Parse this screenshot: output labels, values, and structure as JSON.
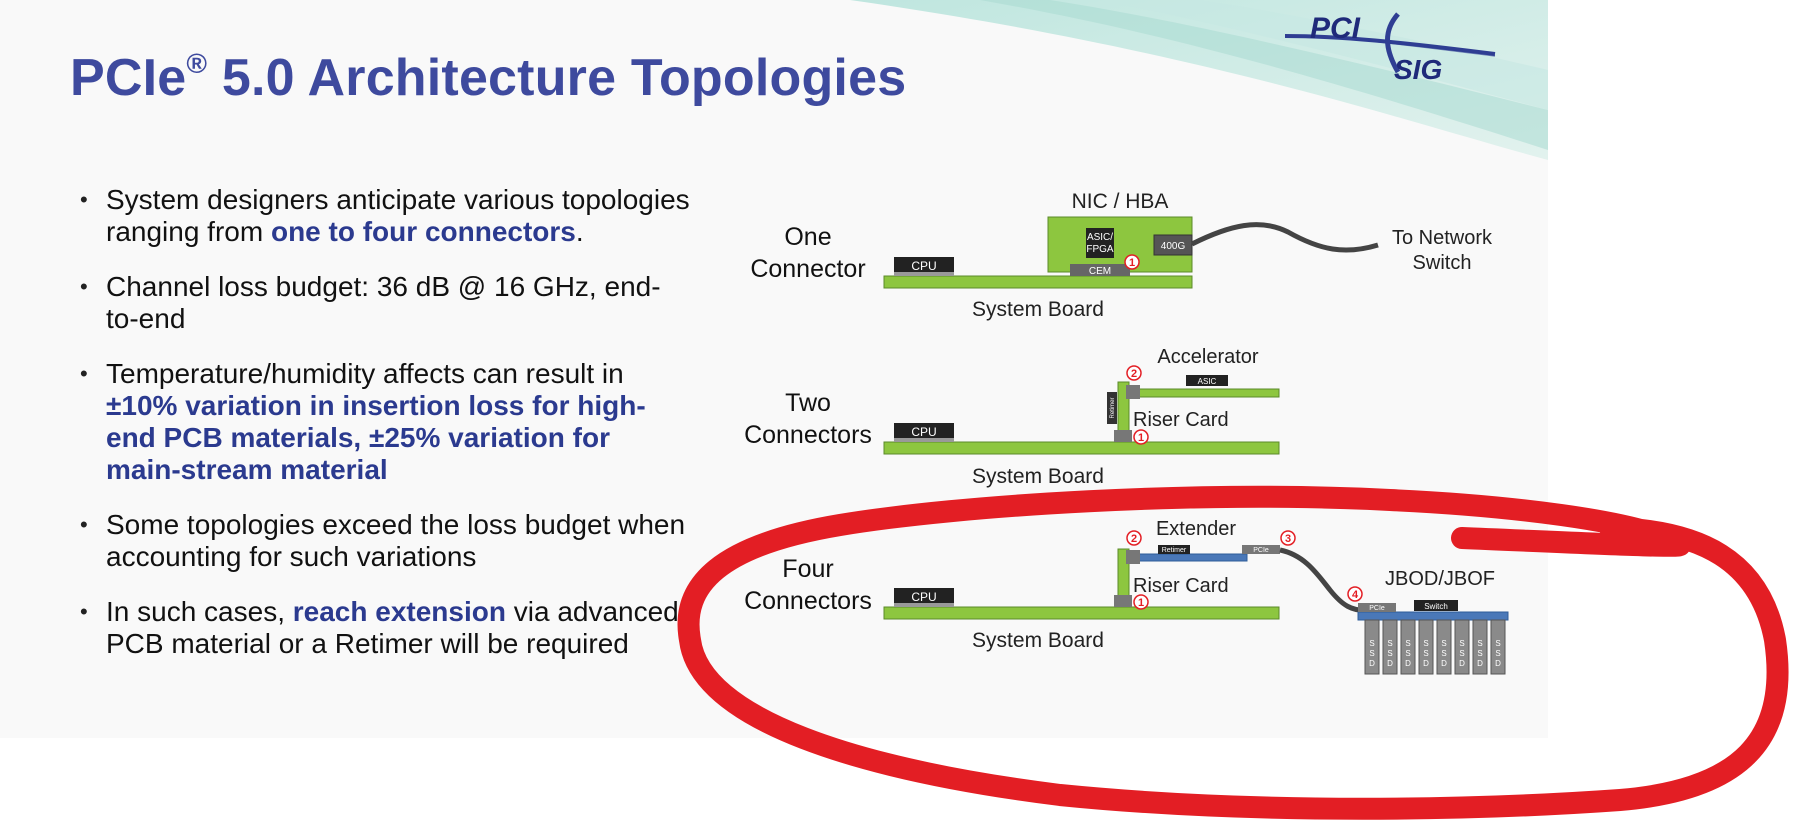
{
  "title": {
    "text": "PCIe",
    "reg": "®",
    "rest": " 5.0 Architecture Topologies"
  },
  "logo": {
    "line1": "PCI",
    "line2": "SIG"
  },
  "bullets": [
    {
      "parts": [
        {
          "text": "System designers anticipate various topologies ranging from ",
          "hl": false
        },
        {
          "text": "one to four connectors",
          "hl": true
        },
        {
          "text": ".",
          "hl": false
        }
      ]
    },
    {
      "parts": [
        {
          "text": "Channel loss budget: 36 dB @ 16 GHz, end-to-end",
          "hl": false
        }
      ]
    },
    {
      "parts": [
        {
          "text": "Temperature/humidity affects can result in ",
          "hl": false
        },
        {
          "text": "±10% variation in insertion loss for high-end PCB materials, ±25% variation for main-stream material",
          "hl": true
        }
      ]
    },
    {
      "parts": [
        {
          "text": "Some topologies exceed the loss budget when accounting for such variations",
          "hl": false
        }
      ]
    },
    {
      "parts": [
        {
          "text": "In such cases, ",
          "hl": false
        },
        {
          "text": "reach extension",
          "hl": true
        },
        {
          "text": " via advanced PCB material or a Retimer will be required",
          "hl": false
        }
      ]
    }
  ],
  "diagram": {
    "one": {
      "label_line1": "One",
      "label_line2": "Connector",
      "cpu": "CPU",
      "nic": "NIC / HBA",
      "asic_line1": "ASIC/",
      "asic_line2": "FPGA",
      "port": "400G",
      "cem": "CEM",
      "dest_line1": "To Network",
      "dest_line2": "Switch",
      "board": "System Board",
      "marker": "1"
    },
    "two": {
      "label_line1": "Two",
      "label_line2": "Connectors",
      "cpu": "CPU",
      "accelerator": "Accelerator",
      "asic": "ASIC",
      "retimer": "Retimer",
      "riser": "Riser Card",
      "board": "System Board",
      "markers": [
        "2",
        "1"
      ]
    },
    "four": {
      "label_line1": "Four",
      "label_line2": "Connectors",
      "cpu": "CPU",
      "extender": "Extender",
      "retimer": "Retimer",
      "pcie": "PCIe",
      "jbod": "JBOD/JBOF",
      "jbod_pcie": "PCIe",
      "switch": "Switch",
      "riser": "Riser Card",
      "board": "System Board",
      "ssd": "S S D",
      "markers": [
        "2",
        "3",
        "4",
        "1"
      ]
    }
  },
  "colors": {
    "title": "#3e4a9e",
    "highlight": "#2b3a8f",
    "board": "#8dc63f",
    "board_edge": "#5c8a2a",
    "extender": "#4a78b8",
    "annotation": "#e31e24"
  }
}
